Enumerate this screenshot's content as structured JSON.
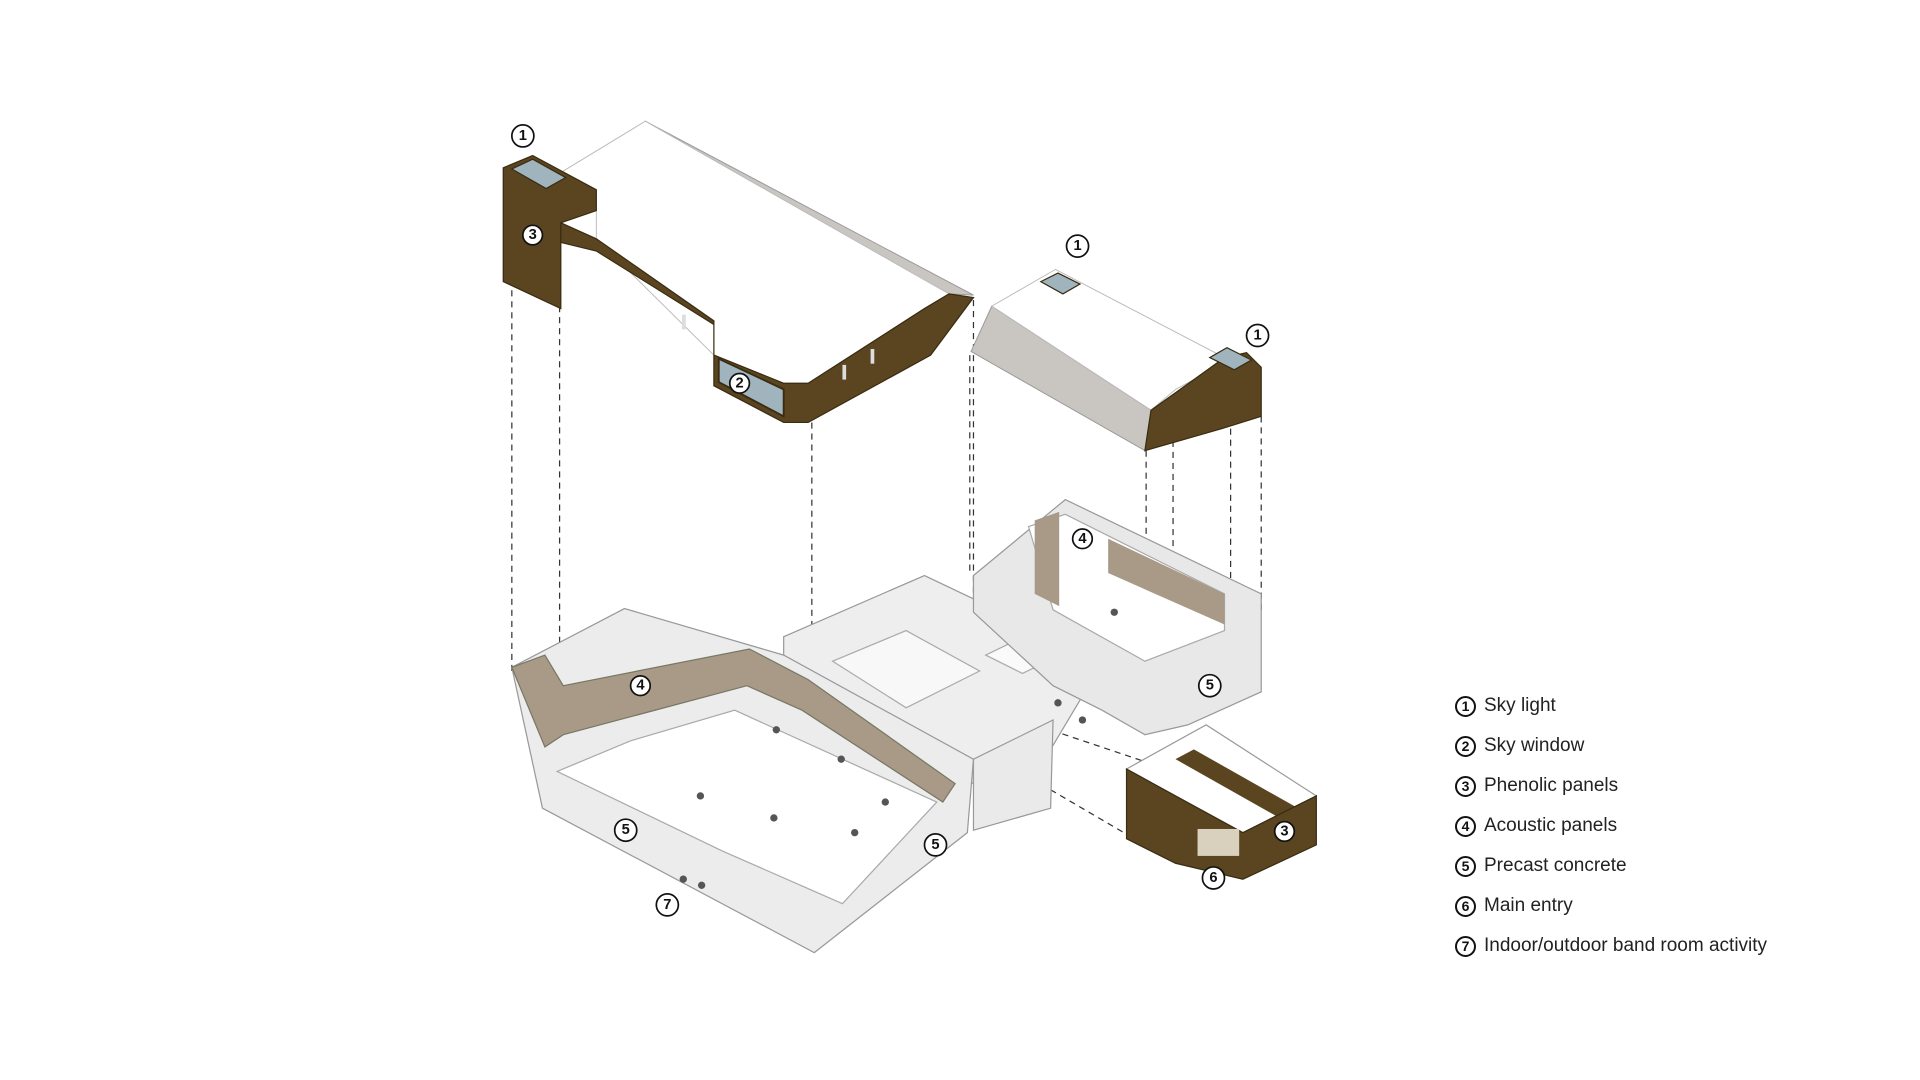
{
  "legend": [
    {
      "num": "1",
      "label": "Sky light"
    },
    {
      "num": "2",
      "label": "Sky window"
    },
    {
      "num": "3",
      "label": "Phenolic panels"
    },
    {
      "num": "4",
      "label": "Acoustic panels"
    },
    {
      "num": "5",
      "label": "Precast concrete"
    },
    {
      "num": "6",
      "label": "Main entry"
    },
    {
      "num": "7",
      "label": "Indoor/outdoor band room activity"
    }
  ],
  "callouts": [
    "1",
    "3",
    "2",
    "1",
    "1",
    "4",
    "4",
    "5",
    "5",
    "5",
    "6",
    "3",
    "7"
  ],
  "colors": {
    "phenolic": "#5a4520",
    "acoustic": "#a89a86",
    "skylight": "#9fb4bd",
    "concrete": "#e6e6e6",
    "roof_slope": "#c9c6c1"
  }
}
